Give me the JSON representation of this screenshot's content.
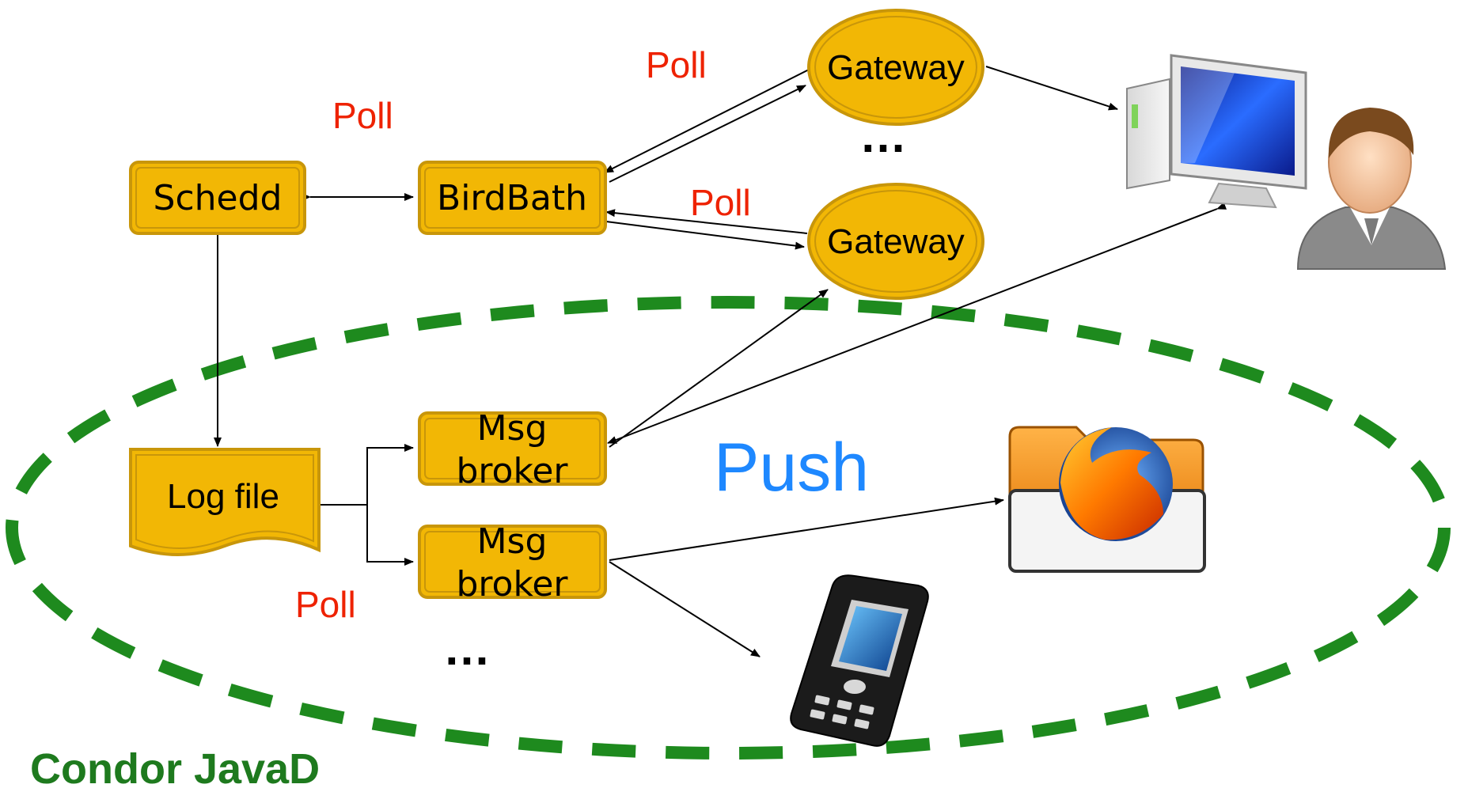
{
  "labels": {
    "schedd": "Schedd",
    "birdbath": "BirdBath",
    "gateway_top": "Gateway",
    "gateway_bottom": "Gateway",
    "log_file": "Log file",
    "msg_broker_1_line1": "Msg",
    "msg_broker_1_line2": "broker",
    "msg_broker_2_line1": "Msg",
    "msg_broker_2_line2": "broker",
    "poll_schedd": "Poll",
    "poll_gateway_top": "Poll",
    "poll_gateway_bottom": "Poll",
    "poll_log": "Poll",
    "ellipsis_gateways": "…",
    "ellipsis_brokers": "…",
    "push": "Push",
    "region": "Condor JavaD"
  },
  "colors": {
    "box_fill": "#f2b705",
    "box_border": "#c8960a",
    "poll_text": "#ee2200",
    "push_text": "#1e88ff",
    "region_dash": "#1e8a1e",
    "region_text": "#1e7a1e"
  },
  "icons": {
    "desktop_user": "desktop-computer-user-icon",
    "browser": "firefox-folder-icon",
    "phone": "mobile-phone-icon"
  }
}
